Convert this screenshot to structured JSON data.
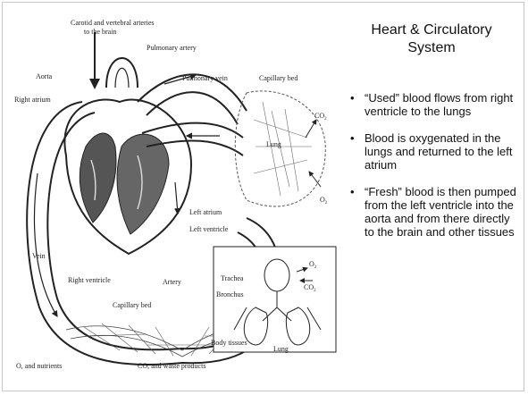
{
  "slide": {
    "title": "Heart & Circulatory System",
    "bullets": [
      "“Used” blood flows from right ventricle to the lungs",
      "Blood is oxygenated in the lungs and returned to the left atrium",
      "“Fresh” blood is then pumped from the left ventricle into the aorta and from there directly to the brain and other tissues"
    ]
  },
  "diagram": {
    "labels": {
      "carotid": "Carotid and vertebral arteries",
      "to_brain": "to the brain",
      "pulmonary_artery": "Pulmonary artery",
      "pulmonary_vein": "Pulmonary vein",
      "capillary_bed_lung": "Capillary bed",
      "aorta": "Aorta",
      "right_atrium": "Right atrium",
      "lung": "Lung",
      "co2_lung": "CO",
      "o2_lung": "O",
      "left_atrium": "Left atrium",
      "left_ventricle": "Left ventricle",
      "vein": "Vein",
      "right_ventricle": "Right ventricle",
      "artery": "Artery",
      "capillary_bed_body": "Capillary bed",
      "body_tissues": "Body tissues",
      "o2_nutrients": "O, and nutrients",
      "co2_waste": "CO, and waste products",
      "trachea": "Trachea",
      "bronchus": "Bronchus",
      "inset_o2": "O",
      "inset_co2": "CO",
      "inset_lung": "Lung",
      "sub2": "2"
    }
  }
}
